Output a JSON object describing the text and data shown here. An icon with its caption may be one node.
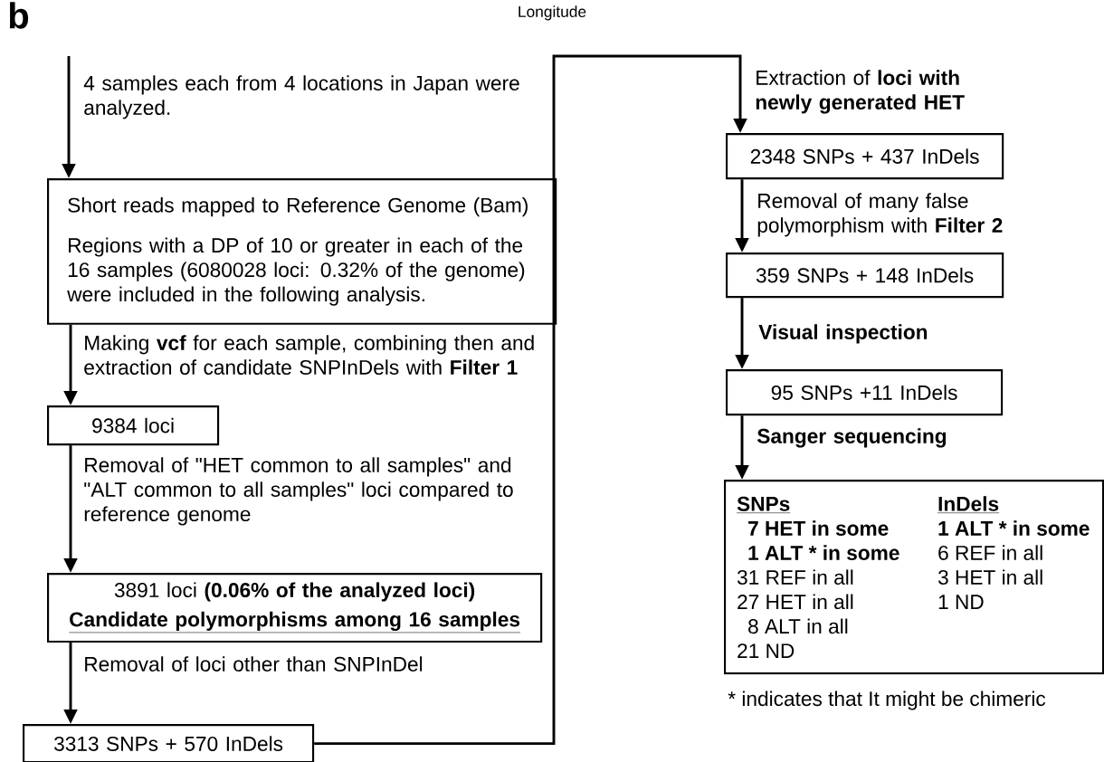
{
  "diagram": {
    "nodes": [
      {
        "text": [
          "Short reads mapped to Reference Genome (Bam)",
          "Regions with a DP of 10 or greater in each of the 16 samples  (6080028 loci: 0.32% of the genome) were included in the following analysis."
        ]
      },
      {
        "text": [
          "9384 loci"
        ]
      },
      {
        "text": [
          "3891 loci **(0.06% of the analyzed loci)**",
          "Candidate polymorphisms among 16 samples"
        ]
      },
      {
        "text": [
          "3313 SNPs + 570 InDels"
        ]
      },
      {
        "text": [
          "2348 SNPs + 437 InDels"
        ]
      },
      {
        "text": [
          "359 SNPs + 148 InDels"
        ]
      },
      {
        "text": [
          "95 SNPs +11 InDels"
        ]
      },
      {
        "text": [
          "SNPs",
          "7 HET in some",
          "1 ALT * in some",
          "31 REF in all",
          "27 HET in all",
          "8 ALT in all",
          "21 ND",
          "InDels",
          "1 ALT *  in some",
          "6 REF in all",
          "3 HET in all",
          "1 ND"
        ],
        "beside": [
          "* indicates that It might be chimeric"
        ]
      }
    ],
    "edges": [
      {
        "from": null,
        "to": 0,
        "arrow": "to",
        "label": "4 samples each from 4 locations in Japan were analyzed."
      },
      {
        "from": 0,
        "to": 1,
        "arrow": "to",
        "label": "Making **vcf** for each sample, combining then and extraction of candidate SNPInDels with **Filter 1**"
      },
      {
        "from": 1,
        "to": 2,
        "arrow": "to",
        "label": "Removal of \"HET common to all samples\" and \"ALT common to all samples\" loci compared to reference genome"
      },
      {
        "from": 2,
        "to": 3,
        "arrow": "to",
        "label": "Removal of loci other than SNPInDel"
      },
      {
        "from": 3,
        "to": 4,
        "arrow": "to",
        "label": "Extraction of **loci with newly generated HET**"
      },
      {
        "from": 4,
        "to": 5,
        "arrow": "to",
        "label": "Removal of many false polymorphism with **Filter 2**"
      },
      {
        "from": 5,
        "to": 6,
        "arrow": "to",
        "label": "Visual inspection"
      },
      {
        "from": 6,
        "to": 7,
        "arrow": "to",
        "label": "Sanger sequencing"
      }
    ],
    "labels": [
      "b",
      "Longitude"
    ]
  }
}
